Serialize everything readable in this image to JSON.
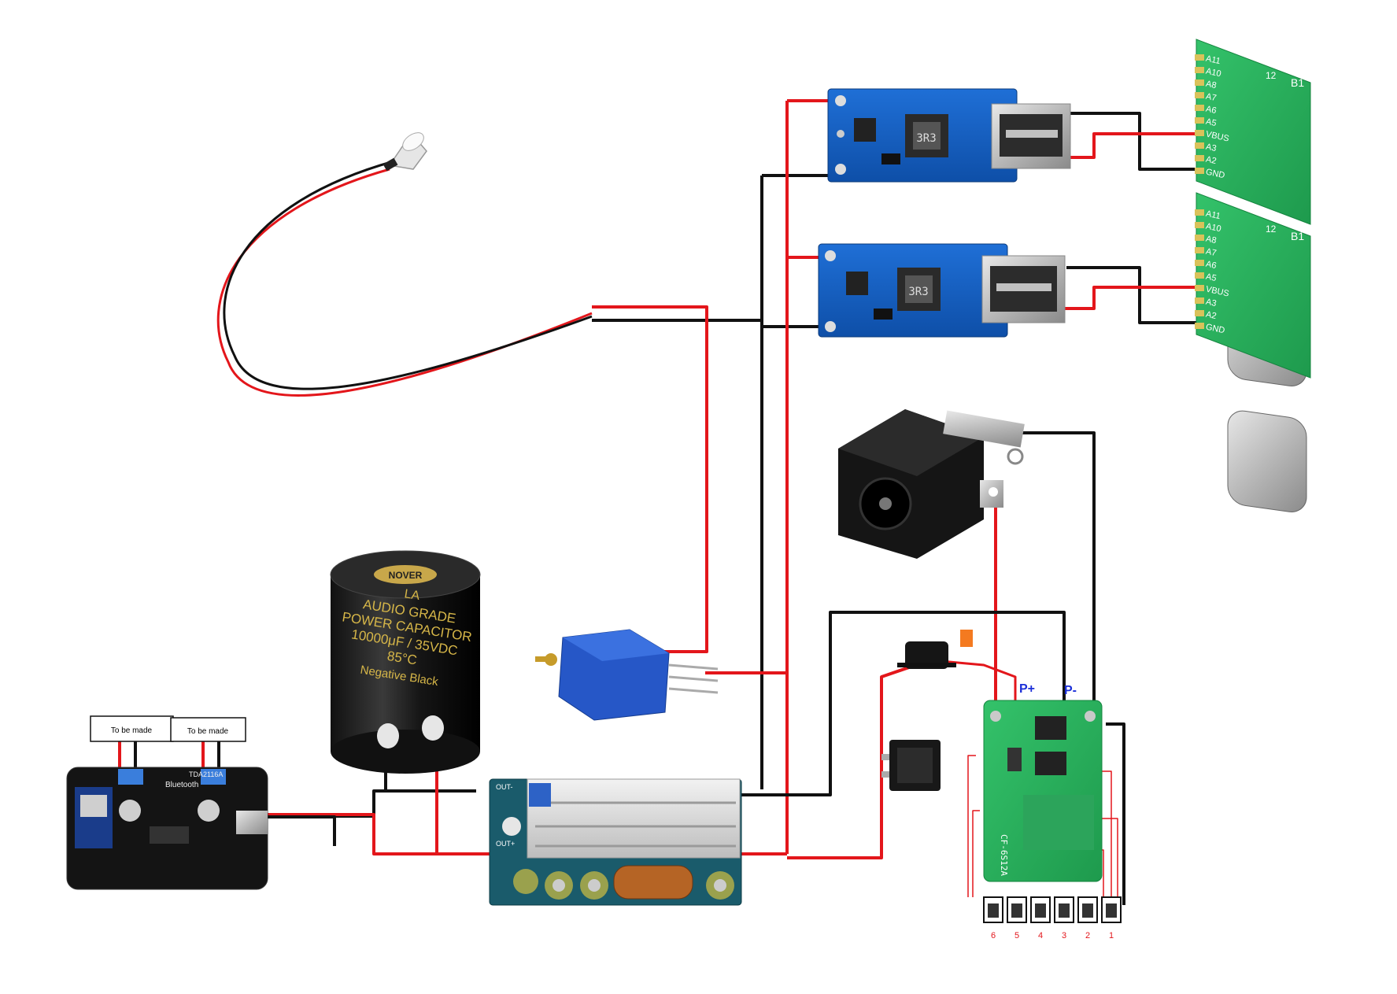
{
  "usb_c_pin_labels": [
    "A11",
    "A10",
    "A8",
    "A7",
    "A6",
    "A5",
    "VBUS",
    "A3",
    "A2",
    "GND"
  ],
  "usb_c_side_labels": {
    "b1": "B1",
    "b12": "12",
    "b1_bottom": "B1"
  },
  "usb_c_boards": [
    {
      "pins": [
        "A11",
        "A10",
        "A8",
        "A7",
        "A6",
        "A5",
        "VBUS",
        "A3",
        "A2",
        "GND"
      ]
    },
    {
      "pins": [
        "A11",
        "A10",
        "A8",
        "A7",
        "A6",
        "A5",
        "VBUS",
        "A3",
        "A2",
        "GND"
      ]
    }
  ],
  "usb_boost_modules": [
    {
      "inductor_label": "3R3"
    },
    {
      "inductor_label": "3R3"
    }
  ],
  "capacitor": {
    "brand": "NOVER",
    "series": "LA",
    "line1": "AUDIO GRADE",
    "line2": "POWER CAPACITOR",
    "rating": "10000μF / 35VDC",
    "temp": "85°C",
    "polarity": "Negative Black"
  },
  "amp_board": {
    "chip": "TDA2116A",
    "bluetooth": "Bluetooth",
    "label_left": "To be made",
    "label_right": "To be made"
  },
  "bms": {
    "p_plus": "P+",
    "p_minus": "P-",
    "model": "CF-6S12A",
    "cells": [
      "6",
      "5",
      "4",
      "3",
      "2",
      "1"
    ]
  },
  "buck_converter": {
    "out_minus": "OUT-",
    "out_plus": "OUT+"
  },
  "wire_colors": {
    "positive": "#e3161b",
    "negative": "#111111"
  }
}
